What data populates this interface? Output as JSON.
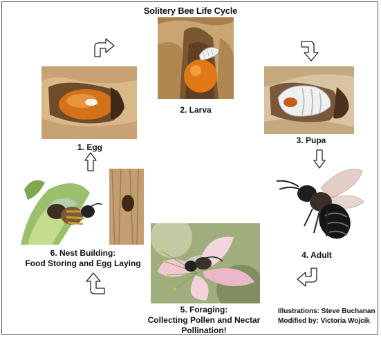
{
  "title": "Solitery Bee Life Cycle",
  "stages": [
    {
      "label": "1. Egg"
    },
    {
      "label": "2. Larva"
    },
    {
      "label": "3. Pupa"
    },
    {
      "label": "4. Adult"
    },
    {
      "label_line1": "5. Foraging:",
      "label_line2": "Collecting Pollen and Nectar",
      "label_line3": "Pollination!"
    },
    {
      "label_line1": "6. Nest Building:",
      "label_line2": "Food Storing and Egg Laying"
    }
  ],
  "credits": {
    "line1": "Illustrations: Steve Buchanan",
    "line2": "Modified by: Victoria Wojcik"
  },
  "colors": {
    "wood": "#c9a574",
    "egg_orange": "#e07818",
    "border": "#555555"
  }
}
